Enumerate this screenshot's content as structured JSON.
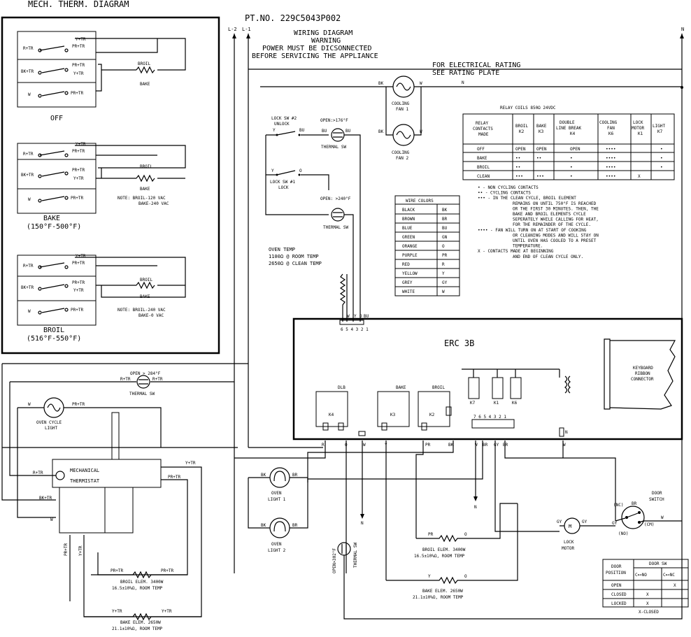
{
  "header": {
    "left_title": "MECH. THERM. DIAGRAM",
    "part_no": "PT.NO. 229C5043P002",
    "wiring_title": "WIRING DIAGRAM",
    "warning": "WARNING",
    "warning_line1": "POWER MUST BE DICSONNECTED",
    "warning_line2": "BEFORE SERVICING THE APPLIANCE",
    "l2": "L-2",
    "l1": "L-1",
    "n": "N",
    "rating_line1": "FOR ELECTRICAL RATING",
    "rating_line2": "SEE RATING PLATE"
  },
  "mech_therm": {
    "panels": [
      {
        "caption": "OFF",
        "range": "",
        "note1": "",
        "note2": ""
      },
      {
        "caption": "BAKE",
        "range": "(150°F-500°F)",
        "note1": "NOTE: BROIL-120 VAC",
        "note2": "BAKE-240 VAC"
      },
      {
        "caption": "BROIL",
        "range": "(516°F-550°F)",
        "note1": "NOTE: BROIL-240 VAC",
        "note2": "BAKE-0 VAC"
      }
    ],
    "labels": {
      "r_tr": "R+TR",
      "bk_tr": "BK+TR",
      "w": "W",
      "y_tr": "Y+TR",
      "pr_tr": "PR+TR",
      "broil": "BROIL",
      "bake": "BAKE"
    }
  },
  "relay_table": {
    "title": "RELAY COILS 850Ω 24VDC",
    "headers": [
      "RELAY CONTACTS MADE",
      "BROIL K2",
      "BAKE K3",
      "DOUBLE LINE BREAK K4",
      "COOLING FAN K6",
      "LOCK MOTOR K1",
      "LIGHT K7"
    ],
    "rows": [
      [
        "OFF",
        "OPEN",
        "OPEN",
        "OPEN",
        "••••",
        "",
        "•"
      ],
      [
        "BAKE",
        "••",
        "••",
        "•",
        "••••",
        "",
        "•"
      ],
      [
        "BROIL",
        "••",
        "",
        "•",
        "••••",
        "",
        "•"
      ],
      [
        "CLEAN",
        "•••",
        "•••",
        "•",
        "••••",
        "X",
        ""
      ]
    ],
    "legend": [
      "• - NON CYCLING CONTACTS",
      "•• - CYCLING CONTACTS",
      "••• - IN THE CLEAN CYCLE, BROIL ELEMENT",
      "REMAINS ON UNTIL 750°F IS REACHED",
      "OR THE FIRST 30 MINUTES. THEN, THE",
      "BAKE AND BROIL ELEMENTS CYCLE",
      "SEPERATELY WHILE CALLING FOR HEAT,",
      "FOR THE REMAINDER OF THE CYCLE.",
      "•••• - FAN WILL TURN ON AT START OF COOKING",
      "OR CLEANING MODES AND WILL STAY ON",
      "UNTIL OVEN HAS COOLED TO A PRESET",
      "TEMPERATURE.",
      "X - CONTACTS MADE AT BEGINNING",
      "AND END OF CLEAN CYCLE ONLY."
    ]
  },
  "wire_colors": {
    "headers": [
      "WIRE COLORS"
    ],
    "rows": [
      [
        "BLACK",
        "BK"
      ],
      [
        "BROWN",
        "BR"
      ],
      [
        "BLUE",
        "BU"
      ],
      [
        "GREEN",
        "GN"
      ],
      [
        "ORANGE",
        "O"
      ],
      [
        "PURPLE",
        "PR"
      ],
      [
        "RED",
        "R"
      ],
      [
        "YELLOW",
        "Y"
      ],
      [
        "GREY",
        "GY"
      ],
      [
        "WHITE",
        "W"
      ]
    ]
  },
  "components": {
    "cooling_fan_1": "COOLING FAN 1",
    "cooling_fan_2": "COOLING FAN 2",
    "lock_sw2": "LOCK SW #2",
    "unlock": "UNLOCK",
    "lock_sw1": "LOCK SW #1",
    "lock": "LOCK",
    "thermal_sw_176": "OPEN:>176°F",
    "thermal_sw_240": "OPEN: >240°F",
    "thermal_sw": "THERMAL SW",
    "oven_temp": "OVEN TEMP",
    "oven_temp_1": "1100Ω @ ROOM TEMP",
    "oven_temp_2": "2650Ω @ CLEAN TEMP",
    "erc": "ERC 3B",
    "dlb": "DLB",
    "bake": "BAKE",
    "broil": "BROIL",
    "keyboard": "KEYBOARD RIBBON CONNECTOR",
    "open_284": "OPEN > 284°F",
    "oven_cycle_light": "OVEN CYCLE LIGHT",
    "mech_thermostat_1": "MECHANICAL",
    "mech_thermostat_2": "THERMISTAT",
    "oven_light_1": "OVEN LIGHT 1",
    "oven_light_2": "OVEN LIGHT 2",
    "open_302": "OPEN>302°F",
    "broil_elem": "BROIL ELEM. 3400W",
    "broil_elem_r": "16.5±10%Ω, ROOM TEMP",
    "bake_elem": "BAKE ELEM. 2650W",
    "bake_elem_r": "21.1±10%Ω, ROOM TEMP",
    "bake_elem_l": "BAKE ELEM. 2650W",
    "bake_elem_lr": "21.1±10%Ω, ROOM TEMP",
    "broil_elem_l": "BROIL ELEM. 3400W",
    "broil_elem_lr": "16.5±10%Ω, ROOM TEMP",
    "lock_motor": "LOCK MOTOR",
    "door_switch": "DOOR SWITCH",
    "connector_pins": "6 5 4 3 2 1",
    "relay_pins": "7 6 5 4 3 2 1"
  },
  "door_table": {
    "headers": [
      "DOOR POSITION",
      "DOOR SW",
      "C⊷NO",
      "C⊷NC"
    ],
    "rows": [
      [
        "OPEN",
        "",
        "X"
      ],
      [
        "CLOSED",
        "X",
        ""
      ],
      [
        "LOCKED",
        "X",
        ""
      ]
    ],
    "footnote": "X-CLOSED"
  }
}
